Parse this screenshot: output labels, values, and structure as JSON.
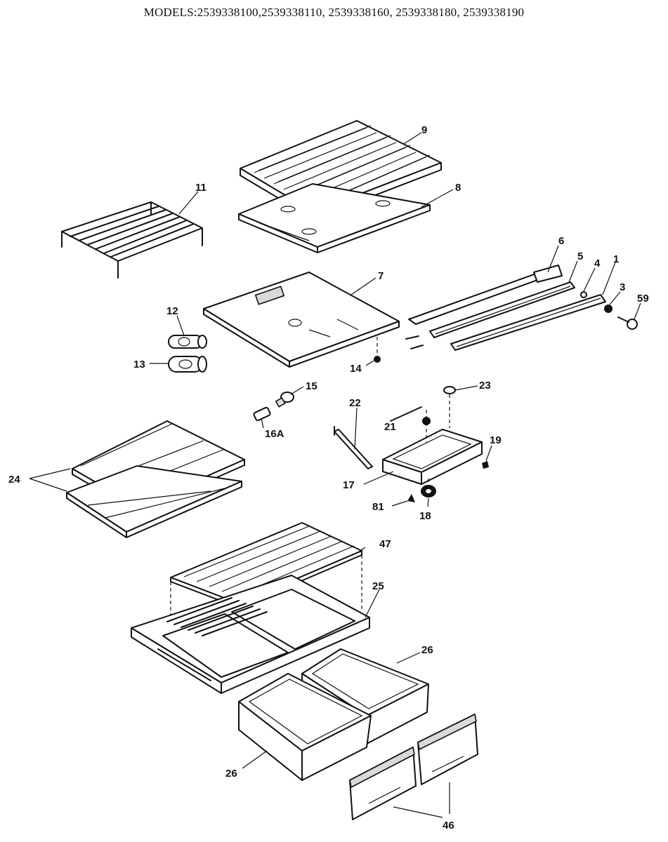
{
  "header": {
    "title": "MODELS:2539338100,2539338110, 2539338160, 2539338180, 2539338190"
  },
  "callouts": {
    "p1": "1",
    "p3": "3",
    "p4": "4",
    "p5": "5",
    "p6": "6",
    "p7": "7",
    "p8": "8",
    "p9": "9",
    "p11": "11",
    "p12": "12",
    "p13": "13",
    "p14": "14",
    "p15": "15",
    "p16a": "16A",
    "p17": "17",
    "p18": "18",
    "p19": "19",
    "p21": "21",
    "p22": "22",
    "p23": "23",
    "p24": "24",
    "p25": "25",
    "p26a": "26",
    "p26b": "26",
    "p46": "46",
    "p47": "47",
    "p59": "59",
    "p81": "81"
  }
}
